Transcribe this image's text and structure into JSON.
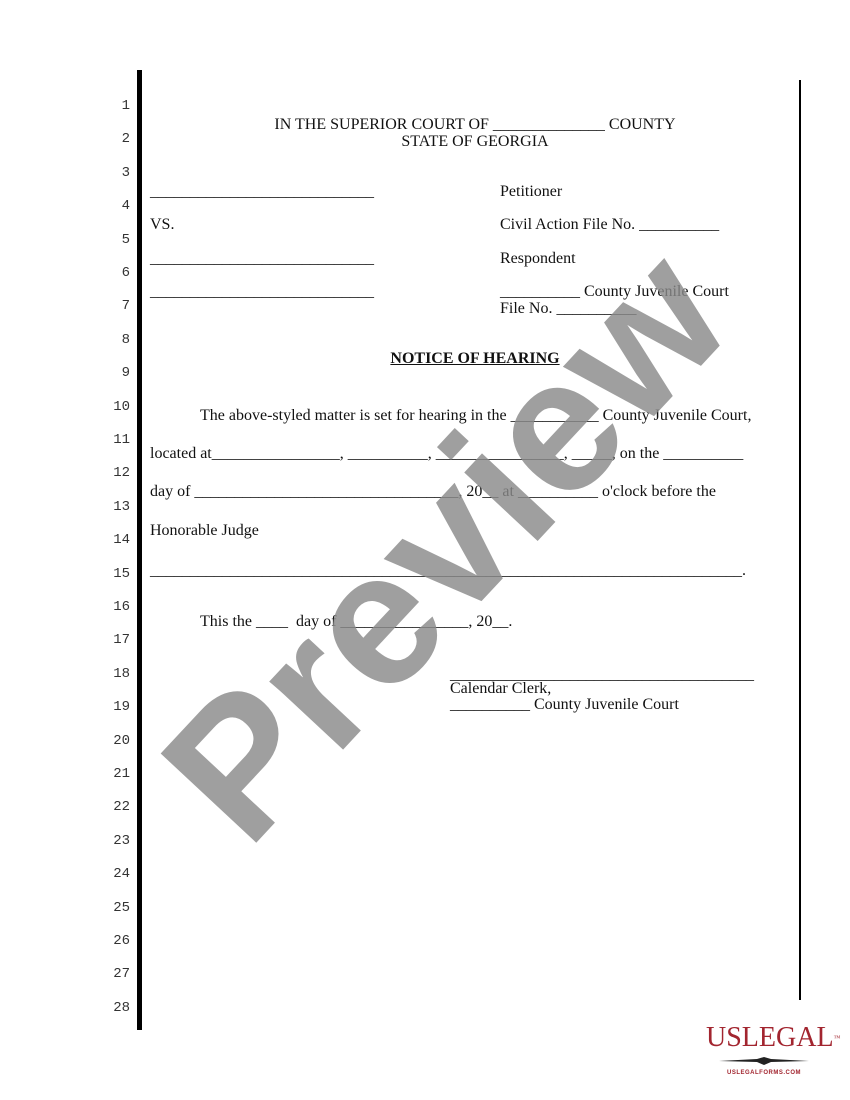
{
  "line_numbers": [
    "1",
    "2",
    "3",
    "4",
    "5",
    "6",
    "7",
    "8",
    "9",
    "10",
    "11",
    "12",
    "13",
    "14",
    "15",
    "16",
    "17",
    "18",
    "19",
    "20",
    "21",
    "22",
    "23",
    "24",
    "25",
    "26",
    "27",
    "28"
  ],
  "header": {
    "court_line": "IN THE SUPERIOR COURT OF ______________ COUNTY",
    "state_line": "STATE OF GEORGIA"
  },
  "caption": {
    "blank_1": "____________________________",
    "petitioner": "Petitioner",
    "vs": "VS.",
    "civil_action": "Civil Action File No. __________",
    "blank_2": "____________________________",
    "respondent": "Respondent",
    "blank_3": "____________________________",
    "juvenile_court": "__________ County Juvenile Court",
    "file_no": "File No. __________"
  },
  "title": "NOTICE OF HEARING",
  "body": {
    "line1": "The above-styled matter is set for hearing in the ___________ County Juvenile Court,",
    "line2": "located at________________, __________, ________________, _____, on the __________",
    "line3": "day of _________________________________, 20__ at __________ o'clock before the",
    "line4": "Honorable Judge",
    "line5": "__________________________________________________________________________.",
    "line6": "This the ____  day of ________________, 20__."
  },
  "signature": {
    "line": "______________________________________",
    "title": "Calendar Clerk,",
    "court": "__________ County Juvenile Court"
  },
  "watermark": "Preview",
  "logo": {
    "name": "USLEGAL",
    "tm": "™",
    "url": "USLEGALFORMS.COM"
  },
  "colors": {
    "brand": "#a2252f",
    "watermark": "#8a8a8a"
  }
}
